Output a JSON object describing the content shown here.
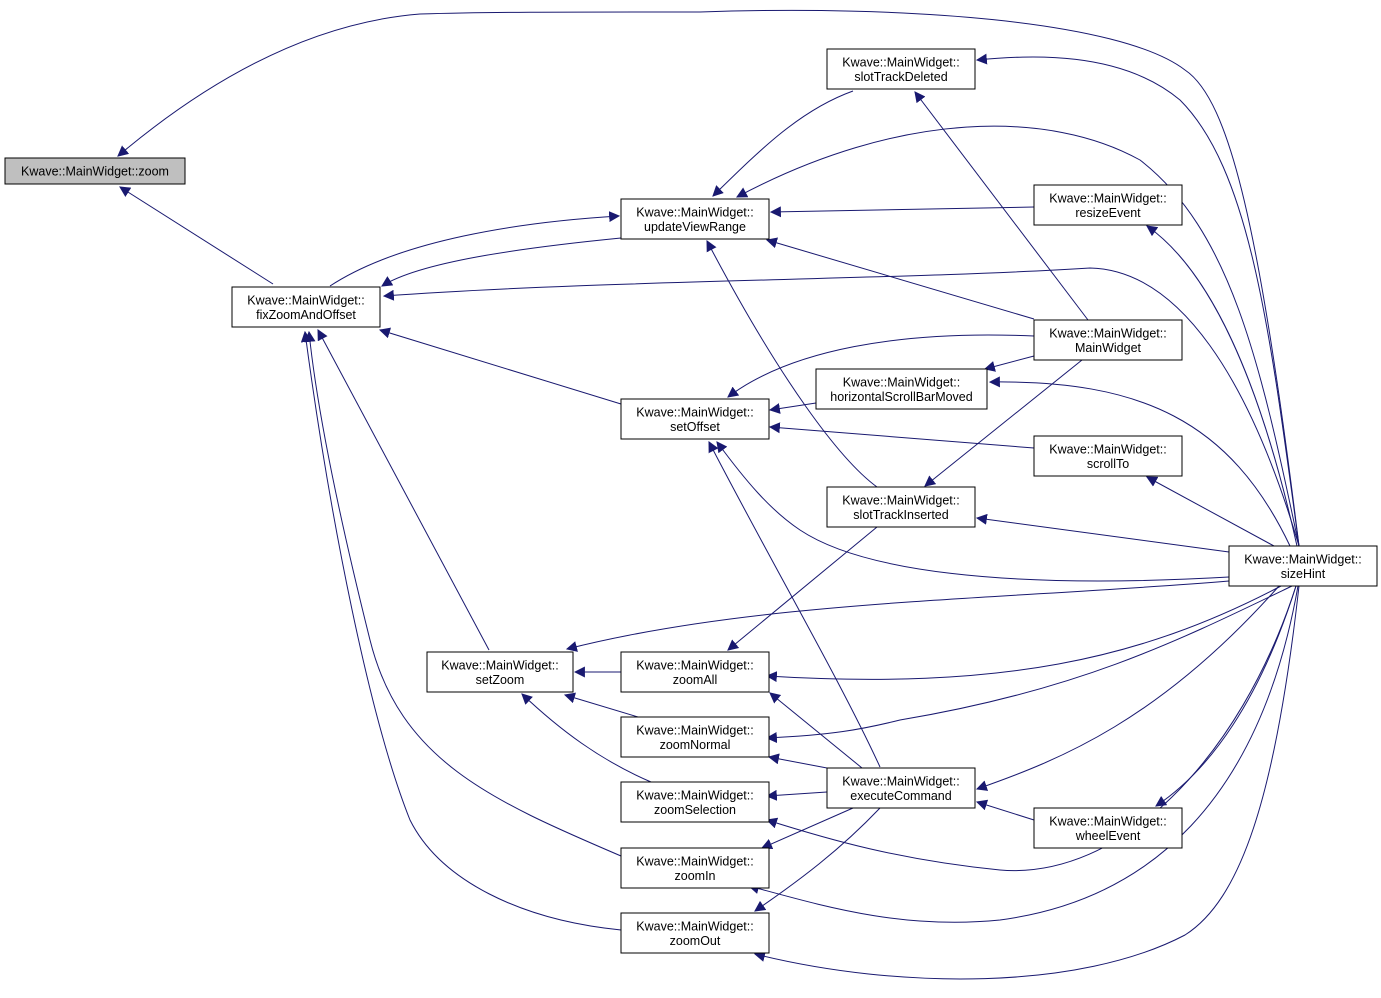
{
  "graph": {
    "edge_color": "#191970",
    "nodes": [
      {
        "id": "zoom",
        "lines": [
          "Kwave::MainWidget::zoom"
        ],
        "highlight": true
      },
      {
        "id": "fixZoomAndOffset",
        "lines": [
          "Kwave::MainWidget::",
          "fixZoomAndOffset"
        ]
      },
      {
        "id": "updateViewRange",
        "lines": [
          "Kwave::MainWidget::",
          "updateViewRange"
        ]
      },
      {
        "id": "setOffset",
        "lines": [
          "Kwave::MainWidget::",
          "setOffset"
        ]
      },
      {
        "id": "setZoom",
        "lines": [
          "Kwave::MainWidget::",
          "setZoom"
        ]
      },
      {
        "id": "zoomAll",
        "lines": [
          "Kwave::MainWidget::",
          "zoomAll"
        ]
      },
      {
        "id": "zoomNormal",
        "lines": [
          "Kwave::MainWidget::",
          "zoomNormal"
        ]
      },
      {
        "id": "zoomSelection",
        "lines": [
          "Kwave::MainWidget::",
          "zoomSelection"
        ]
      },
      {
        "id": "zoomIn",
        "lines": [
          "Kwave::MainWidget::",
          "zoomIn"
        ]
      },
      {
        "id": "zoomOut",
        "lines": [
          "Kwave::MainWidget::",
          "zoomOut"
        ]
      },
      {
        "id": "slotTrackDeleted",
        "lines": [
          "Kwave::MainWidget::",
          "slotTrackDeleted"
        ]
      },
      {
        "id": "horizontalScrollBarMoved",
        "lines": [
          "Kwave::MainWidget::",
          "horizontalScrollBarMoved"
        ]
      },
      {
        "id": "slotTrackInserted",
        "lines": [
          "Kwave::MainWidget::",
          "slotTrackInserted"
        ]
      },
      {
        "id": "executeCommand",
        "lines": [
          "Kwave::MainWidget::",
          "executeCommand"
        ]
      },
      {
        "id": "resizeEvent",
        "lines": [
          "Kwave::MainWidget::",
          "resizeEvent"
        ]
      },
      {
        "id": "MainWidget",
        "lines": [
          "Kwave::MainWidget::",
          "MainWidget"
        ]
      },
      {
        "id": "scrollTo",
        "lines": [
          "Kwave::MainWidget::",
          "scrollTo"
        ]
      },
      {
        "id": "wheelEvent",
        "lines": [
          "Kwave::MainWidget::",
          "wheelEvent"
        ]
      },
      {
        "id": "sizeHint",
        "lines": [
          "Kwave::MainWidget::",
          "sizeHint"
        ]
      }
    ],
    "edges": [
      {
        "from": "fixZoomAndOffset",
        "to": "zoom"
      },
      {
        "from": "sizeHint",
        "to": "zoom"
      },
      {
        "from": "updateViewRange",
        "to": "fixZoomAndOffset"
      },
      {
        "from": "fixZoomAndOffset",
        "to": "updateViewRange"
      },
      {
        "from": "setOffset",
        "to": "fixZoomAndOffset"
      },
      {
        "from": "setZoom",
        "to": "fixZoomAndOffset"
      },
      {
        "from": "zoomIn",
        "to": "fixZoomAndOffset"
      },
      {
        "from": "zoomOut",
        "to": "fixZoomAndOffset"
      },
      {
        "from": "sizeHint",
        "to": "fixZoomAndOffset"
      },
      {
        "from": "slotTrackDeleted",
        "to": "updateViewRange"
      },
      {
        "from": "resizeEvent",
        "to": "updateViewRange"
      },
      {
        "from": "MainWidget",
        "to": "updateViewRange"
      },
      {
        "from": "slotTrackInserted",
        "to": "updateViewRange"
      },
      {
        "from": "sizeHint",
        "to": "updateViewRange"
      },
      {
        "from": "horizontalScrollBarMoved",
        "to": "setOffset"
      },
      {
        "from": "scrollTo",
        "to": "setOffset"
      },
      {
        "from": "MainWidget",
        "to": "setOffset"
      },
      {
        "from": "executeCommand",
        "to": "setOffset"
      },
      {
        "from": "sizeHint",
        "to": "setOffset"
      },
      {
        "from": "zoomAll",
        "to": "setZoom"
      },
      {
        "from": "zoomNormal",
        "to": "setZoom"
      },
      {
        "from": "zoomSelection",
        "to": "setZoom"
      },
      {
        "from": "sizeHint",
        "to": "setZoom"
      },
      {
        "from": "slotTrackInserted",
        "to": "zoomAll"
      },
      {
        "from": "executeCommand",
        "to": "zoomAll"
      },
      {
        "from": "sizeHint",
        "to": "zoomAll"
      },
      {
        "from": "executeCommand",
        "to": "zoomNormal"
      },
      {
        "from": "sizeHint",
        "to": "zoomNormal"
      },
      {
        "from": "executeCommand",
        "to": "zoomSelection"
      },
      {
        "from": "sizeHint",
        "to": "zoomSelection"
      },
      {
        "from": "executeCommand",
        "to": "zoomIn"
      },
      {
        "from": "sizeHint",
        "to": "zoomIn"
      },
      {
        "from": "executeCommand",
        "to": "zoomOut"
      },
      {
        "from": "sizeHint",
        "to": "zoomOut"
      },
      {
        "from": "MainWidget",
        "to": "slotTrackDeleted"
      },
      {
        "from": "sizeHint",
        "to": "slotTrackDeleted"
      },
      {
        "from": "MainWidget",
        "to": "horizontalScrollBarMoved"
      },
      {
        "from": "sizeHint",
        "to": "horizontalScrollBarMoved"
      },
      {
        "from": "MainWidget",
        "to": "slotTrackInserted"
      },
      {
        "from": "sizeHint",
        "to": "slotTrackInserted"
      },
      {
        "from": "wheelEvent",
        "to": "executeCommand"
      },
      {
        "from": "sizeHint",
        "to": "executeCommand"
      },
      {
        "from": "sizeHint",
        "to": "resizeEvent"
      },
      {
        "from": "sizeHint",
        "to": "scrollTo"
      },
      {
        "from": "sizeHint",
        "to": "wheelEvent"
      }
    ]
  }
}
